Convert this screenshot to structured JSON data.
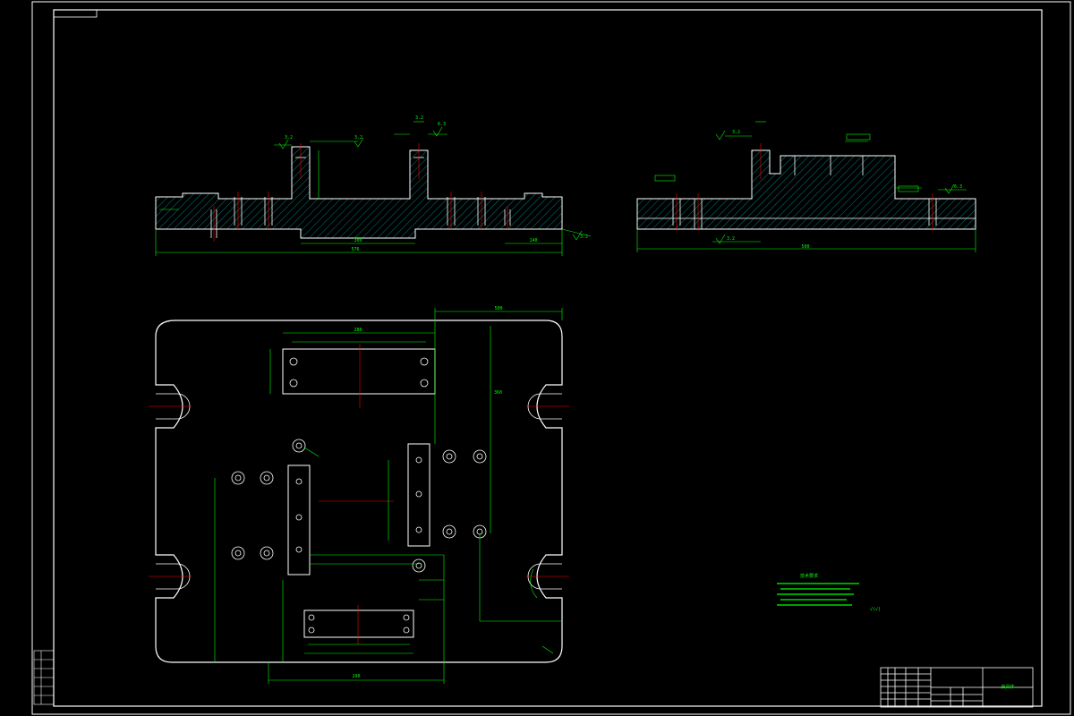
{
  "colors": {
    "background": "#000000",
    "outline": "#ffffff",
    "dimension": "#00ff00",
    "centerline": "#ff0000",
    "hatch": "#00d2d2"
  },
  "top_left_section": {
    "overall_dim": "576",
    "inner_dim": "300",
    "right_dim": "140",
    "callouts": [
      "3.2",
      "3.2",
      "6.3",
      "3.2",
      "3.2"
    ]
  },
  "top_right_section": {
    "overall_dim": "500",
    "callouts": [
      "3.2",
      "6.3",
      "3.2"
    ]
  },
  "plan_view": {
    "dim_width": "500",
    "dim_height": "360",
    "dim_top": "280",
    "dim_bottom": "200"
  },
  "tech_notes": {
    "title": "技术要求",
    "roughness": "√(√)"
  },
  "title_block": {
    "drawing_name": "夹具体"
  }
}
